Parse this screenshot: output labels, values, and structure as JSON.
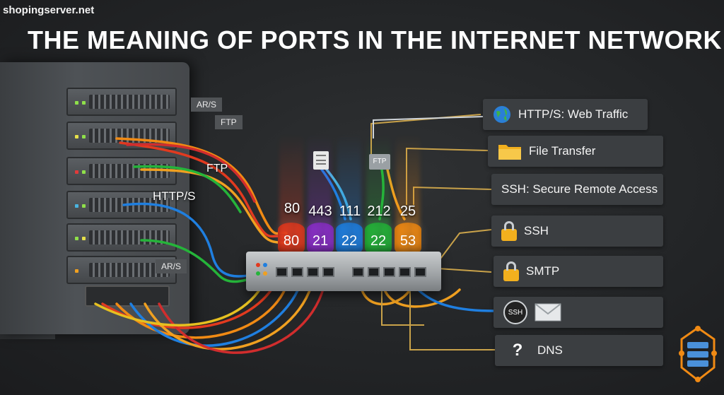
{
  "site": "shopingserver.net",
  "title": "THE MEANING OF PORTS IN THE INTERNET NETWORK",
  "rack_tags": [
    "AR/S",
    "FTP",
    "AR/S"
  ],
  "cable_labels": [
    "FTP",
    "HTTP/S"
  ],
  "top_numbers": [
    "80",
    "443",
    "111",
    "212",
    "25"
  ],
  "cylinders": [
    {
      "label": "80",
      "color": "#e23a1f"
    },
    {
      "label": "21",
      "color": "#8b2fc9"
    },
    {
      "label": "22",
      "color": "#1f7fe0"
    },
    {
      "label": "22",
      "color": "#25b43a"
    },
    {
      "label": "53",
      "color": "#f08a14"
    }
  ],
  "ftp_doc_label": "FTP",
  "labels": [
    {
      "text": "HTTP/S: Web Traffic",
      "icon": "globe-icon"
    },
    {
      "text": "File Transfer",
      "icon": "folder-icon"
    },
    {
      "text": "SSH: Secure Remote Access",
      "icon": "none"
    },
    {
      "text": "SSH",
      "icon": "lock-icon"
    },
    {
      "text": "SMTP",
      "icon": "lock-icon"
    },
    {
      "text": "",
      "icon": "envelope-icon"
    },
    {
      "text": "DNS",
      "icon": "question-icon"
    }
  ],
  "ssh_badge": "SSH",
  "question_mark": "?"
}
